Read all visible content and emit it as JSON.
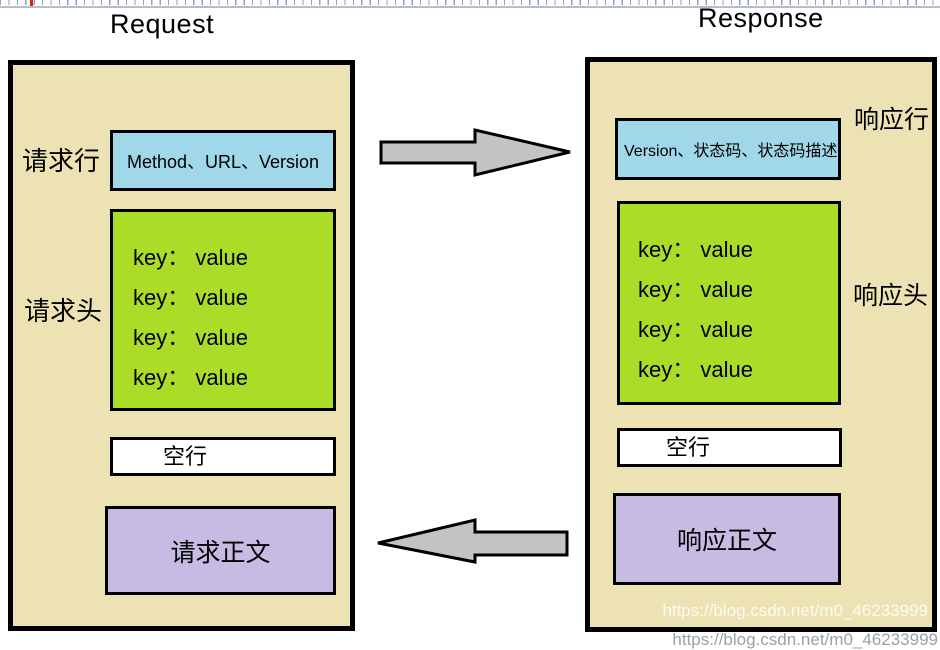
{
  "titles": {
    "request": "Request",
    "response": "Response"
  },
  "request": {
    "line_label": "请求行",
    "line_value": "Method、URL、Version",
    "headers_label": "请求头",
    "header_lines": [
      "key： value",
      "key： value",
      "key： value",
      "key： value"
    ],
    "blank_line_label": "空行",
    "body_label": "请求正文"
  },
  "response": {
    "line_label": "响应行",
    "line_value": "Version、状态码、状态码描述",
    "headers_label": "响应头",
    "header_lines": [
      "key： value",
      "key： value",
      "key： value",
      "key： value"
    ],
    "blank_line_label": "空行",
    "body_label": "响应正文"
  },
  "watermarks": {
    "inner": "https://blog.csdn.net/m0_46233999",
    "bottom": "https://blog.csdn.net/m0_46233999"
  },
  "colors": {
    "panel_fill": "#ece2b3",
    "line_box_fill": "#a0d7e9",
    "headers_box_fill": "#aadc28",
    "body_box_fill": "#c6bce3",
    "arrow_fill": "#c3c3c3",
    "border": "#000000",
    "ruler_tick": "#93a1b8",
    "ruler_red_tick": "#c9281e"
  }
}
